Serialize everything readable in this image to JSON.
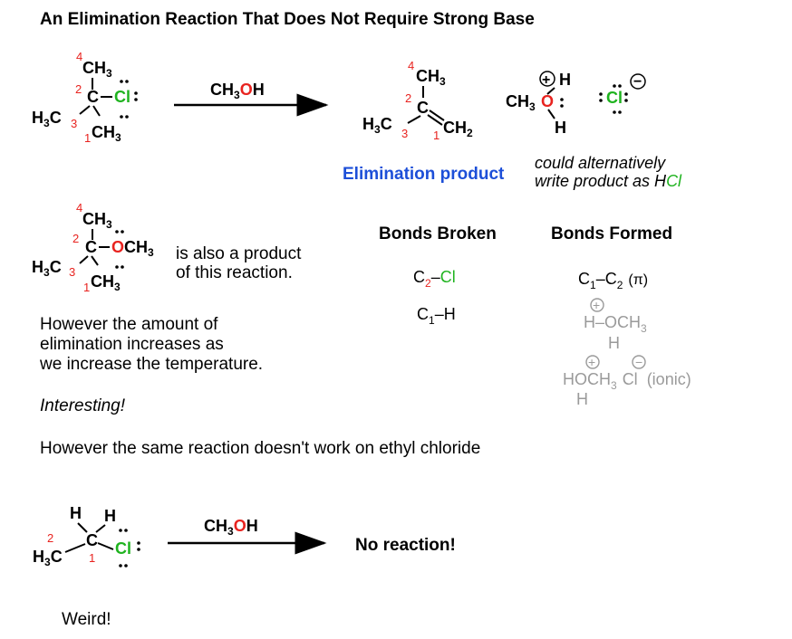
{
  "title": "An Elimination Reaction That Does Not Require Strong Base",
  "reagent_1": {
    "ch3": "CH",
    "sub3": "3",
    "o": "O",
    "h": "H"
  },
  "reagent_2": {
    "ch3": "CH",
    "sub3": "3",
    "o": "O",
    "h": "H"
  },
  "elimination_label": "Elimination product",
  "alt_note_line1": "could alternatively",
  "alt_note_line2_prefix": "write product as H",
  "alt_note_line2_cl": "Cl",
  "substitution_note_line1": "is also a product",
  "substitution_note_line2": "of this reaction.",
  "bonds_broken_header": "Bonds Broken",
  "bonds_formed_header": "Bonds Formed",
  "bonds_broken": [
    {
      "atom1": "C",
      "sub1": "2",
      "dash": "–",
      "atom2": "Cl"
    },
    {
      "atom1": "C",
      "sub1": "1",
      "dash": "–",
      "atom2": "H"
    }
  ],
  "bonds_formed": {
    "pi_bond": {
      "atom1": "C",
      "sub1": "1",
      "dash": "–",
      "atom2": "C",
      "sub2": "2",
      "note": "(π)"
    },
    "oxonium": {
      "left": "H–OCH",
      "sub": "3",
      "bottom_h": "H",
      "charge": "+"
    },
    "ionic": {
      "left": "HOCH",
      "sub": "3",
      "bottom_h": "H",
      "cl": "Cl",
      "note": "(ionic)",
      "plus": "+",
      "minus": "−"
    }
  },
  "paragraph_lines": [
    "However the amount of",
    "elimination increases as",
    "we increase the temperature."
  ],
  "interesting": "Interesting!",
  "ethyl_sentence": "However the same reaction doesn't work on ethyl chloride",
  "no_reaction": "No reaction!",
  "weird": "Weird!",
  "atoms": {
    "c": "C",
    "cl": "Cl",
    "h": "H",
    "ch3": "CH",
    "h3c": "H",
    "h3c_c": "C",
    "sub3": "3",
    "ch2": "CH",
    "sub2": "2",
    "och3": "OCH",
    "o": "O",
    "plus": "+",
    "minus": "−"
  },
  "carbon_numbers": [
    "1",
    "2",
    "3",
    "4"
  ],
  "colors": {
    "red": "#e8231f",
    "green": "#1fb31f",
    "blue": "#1d4fd8",
    "gray": "#9a9a9a"
  }
}
